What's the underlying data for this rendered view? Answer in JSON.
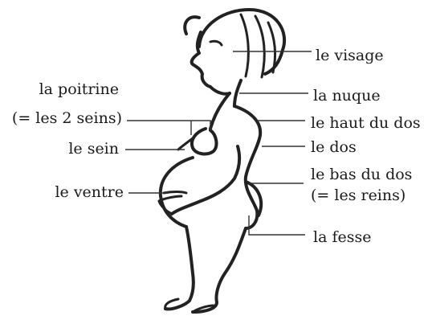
{
  "labels": {
    "visage": "le visage",
    "nuque": "la nuque",
    "haut_du_dos": "le haut du dos",
    "dos": "le dos",
    "bas_du_dos_line1": "le bas du dos",
    "bas_du_dos_line2": "(= les reins)",
    "fesse": "la fesse",
    "poitrine_line1": "la poitrine",
    "poitrine_line2": "(= les 2 seins)",
    "sein": "le sein",
    "ventre": "le ventre"
  },
  "colors": {
    "ink": "#1a1a1a",
    "line": "#333333",
    "background": "#ffffff"
  }
}
